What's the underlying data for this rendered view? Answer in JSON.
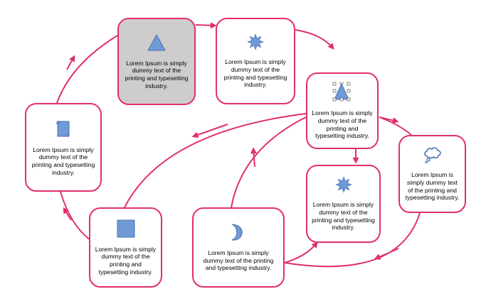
{
  "colors": {
    "connector": "#e0306a",
    "node_border": "#e0306a",
    "selected_fill": "#cfcccd",
    "icon_fill": "#6f9ad6",
    "icon_stroke": "#4a74b4"
  },
  "nodes": [
    {
      "id": "n1",
      "icon": "triangle-icon",
      "label": "Lorem Ipsum is simply dummy text of the printing and typesetting industry.",
      "selected": true
    },
    {
      "id": "n2",
      "icon": "sun-icon",
      "label": "Lorem Ipsum is simply dummy text of the printing and typesetting industry.",
      "selected": false
    },
    {
      "id": "n3",
      "icon": "triangle-with-handles-icon",
      "label": "Lorem Ipsum is simply dummy text of the printing and typesetting industry.",
      "selected": false
    },
    {
      "id": "n4",
      "icon": "thought-bubble-icon",
      "label": "Lorem Ipsum is simply dummy text of the printing and typesetting industry.",
      "selected": false
    },
    {
      "id": "n5",
      "icon": "sun-icon",
      "label": "Lorem Ipsum is simply dummy text of the printing and typesetting industry.",
      "selected": false
    },
    {
      "id": "n6",
      "icon": "crescent-moon-icon",
      "label": "Lorem Ipsum is simply dummy text of the printing and typesetting industry.",
      "selected": false
    },
    {
      "id": "n7",
      "icon": "square-icon",
      "label": "Lorem Ipsum is simply dummy text of the printing and typesetting industry.",
      "selected": false
    },
    {
      "id": "n8",
      "icon": "scroll-icon",
      "label": "Lorem Ipsum is simply dummy text of the printing and typesetting industry.",
      "selected": false
    }
  ]
}
